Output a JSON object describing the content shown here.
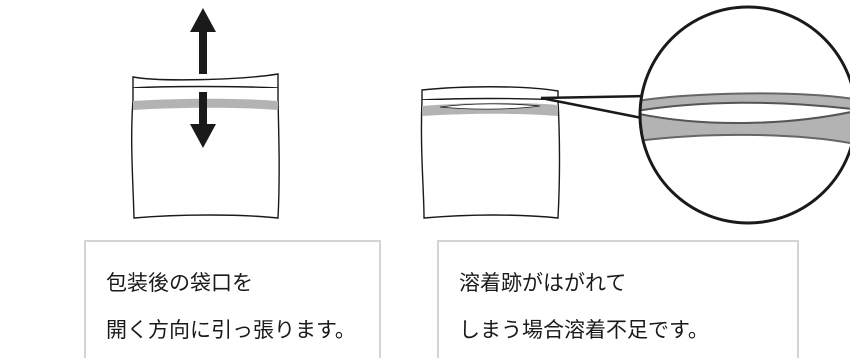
{
  "panels": [
    {
      "caption_lines": [
        "包装後の袋口を",
        "開く方向に引っ張ります。"
      ]
    },
    {
      "caption_lines": [
        "溶着跡がはがれて",
        "しまう場合溶着不足です。"
      ]
    }
  ],
  "colors": {
    "seal_band": "#b3b3b3",
    "outline": "#1a1a1a",
    "arrow": "#1a1a1a",
    "box_border": "#d4d4d4"
  }
}
